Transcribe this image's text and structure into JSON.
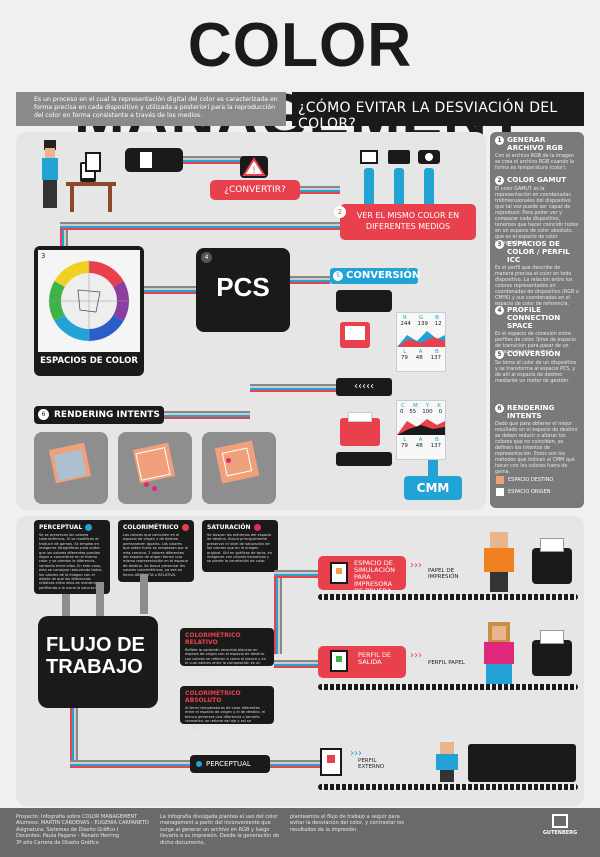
{
  "title": "COLOR MANAGEMENT",
  "intro": "Es un proceso en el cual la representación digital del color  es caracterizada en forma precisa en cada dispositivo y utilizada a posteriori para la reproducción del color en forma consistente a través de los medios.",
  "question": "¿CÓMO EVITAR LA DESVIACIÓN DEL COLOR?",
  "flow": {
    "convertir": "¿CONVERTIR?",
    "ver_mismo": "VER EL MISMO COLOR EN DIFERENTES MEDIOS",
    "espacios_label": "ESPACIOS DE COLOR",
    "espacios_num": "3",
    "pcs": "PCS",
    "pcs_num": "4",
    "conversion": "CONVERSIÓN",
    "conversion_num": "5",
    "rendering": "RENDERING INTENTS",
    "rendering_num": "6",
    "cmm": "CMM",
    "step2": "2",
    "rgb_top": {
      "r": "R",
      "g": "G",
      "b": "B",
      "rv": "244",
      "gv": "139",
      "bv": "12"
    },
    "lab_top": {
      "l": "L",
      "a": "A",
      "b": "B",
      "lv": "79",
      "av": "48",
      "bv": "137"
    },
    "cmyk": {
      "c": "C",
      "m": "M",
      "y": "Y",
      "k": "K",
      "cv": "0",
      "mv": "55",
      "yv": "100",
      "kv": "0"
    },
    "lab_bot": {
      "l": "L",
      "a": "A",
      "b": "B",
      "lv": "79",
      "av": "48",
      "bv": "137"
    }
  },
  "intents": [
    {
      "name": "PERCEPTUAL",
      "color": "#21a3d6",
      "text": "Se se preservan los valores colorimétricos. Si se modifican al traducir de gamas. Se emplea en imágenes fotográficas para evitar que los valores diferentes puedan llegar a convertirse en el mismo color y se pierdan la diferencia, variando entre ellos. En este caso, esto se consigue reduciendo todos los valores de la imagen con el objeto de que las diferencias relativas entre ellos se mantengan, perfilando a la suma la saturación."
    },
    {
      "name": "COLORIMÉTRICO",
      "color": "#e8414d",
      "text": "Los colores que coinciden en el espacio de origen y de destino permanecen iguales. Los colores que están fuera se remplazan por el más cercano. 2 valores diferentes del espacio de origen tienen una misma representación en el espacio de destino. Se busca preservar los valores colorimétricos, ya sea en forma ABSOLUTA o RELATIVA."
    },
    {
      "name": "SATURACIÓN",
      "color": "#e0287a",
      "text": "Se buscan los extremos del espacio de destino. Busca principalmente preservar el nivel de saturación de los colores que en la imagen original. Útil en gráficos de torta, en imágenes con colores llamativos y se pierde la correlación de color."
    }
  ],
  "workflow": {
    "title": "FLUJO DE TRABAJO",
    "relativo_title": "COLORIMÉTRICO RELATIVO",
    "relativo_text": "Reflete la variación recorrido blancos en espacio de origen con el espacio de destino. Los colores se refieren a como el blanco y en el cual valores entre la composición es un blanco neutral en el espacio de origen se transforma en ese.",
    "absoluto_title": "COLORIMÉTRICO ABSOLUTO",
    "absoluto_text": "Al tener temperaturas de color diferentes entre el espacio de origen y el de destino, el blanco generara una diferencia o tamaño cromatico, se retiene del ojo y así se encuentra, generando perdida de la información.",
    "perceptual": "PERCEPTUAL",
    "out1": "ESPACIO DE SIMULACIÓN PARA IMPRESORA DE PRUEBA",
    "out1_dest": "PAPEL DE IMPRESIÓN",
    "out2": "PERFIL DE SALIDA",
    "out2_dest": "PERFIL PAPEL",
    "out3_dest": "PERFIL EXTERNO",
    "arrows": "›››"
  },
  "sidebar": [
    {
      "num": "1",
      "title": "GENERAR ARCHIVO RGB",
      "text": "Con el archivo RGB de la imagen se crea el archivo RGB cuando la forma es temperatura (color)."
    },
    {
      "num": "2",
      "title": "COLOR GAMUT",
      "text": "El color GAMUT es la representación en coordenadas tridimensionales del dispositivo que tal vez puede ser capaz de reproducir. Para poder ver y comparar cada dispositivo, tenemos que hacer coincidir todos en un espacio de color absoluto, que es el espacio de color independiente."
    },
    {
      "num": "3",
      "title": "ESPACIOS DE COLOR / PERFIL ICC",
      "text": "Es el perfil que describe de manera precisa el color en todo dispositivo. La relación entre los colores representados en coordenadas de dispositivo (RGB o CMYK) y sus coordenadas en el espacio de color de referencia."
    },
    {
      "num": "4",
      "title": "PROFILE CONNECTION SPACE",
      "text": "Es el espacio de conexión entre perfiles de color. Sirve de espacio de transición para pasar de un espacio de color a otro."
    },
    {
      "num": "5",
      "title": "CONVERSIÓN",
      "text": "Se toma el color de un dispositivo y se transforma al espacio PCS, y de ahí al espacio de destino mediante un motor de gestión."
    },
    {
      "num": "6",
      "title": "RENDERING INTENTS",
      "text": "Dado que para obtener el mejor resultado en el espacio de destino se deben reducir o alterar los colores que no coinciden, se definen los intentos de representación. Estos son los métodos que indican al CMM qué hacer con los colores fuera de gama."
    }
  ],
  "legend": [
    {
      "label": "ESPACIO DESTINO",
      "color": "#f0a07a"
    },
    {
      "label": "ESPACIO ORIGEN",
      "color": "#ffffff"
    }
  ],
  "footer": {
    "col1": "Proyecto: Infografía sobre COLOR MANAGEMENT\nAlumnos: MARTÍN CÁRDENAS - EUGENIA CARPANETO\nAsignatura: Sistemas de Diseño Gráfico I\nDocentes: Paula Pagano - Renato Herring\n3º año Carrera de Diseño Gráfico",
    "col2": "La infografía divulgada plantea el uso del color management a partir del inconveniente que surge al generar un archivo en RGB y luego llevarlo a su impresión. Desde la generación de dicho documento,",
    "col3": "planteamos el flujo de trabajo a seguir para evitar la desviación del color, y contrastar los resultados de la impresión.",
    "brand": "GUTENBERG"
  }
}
